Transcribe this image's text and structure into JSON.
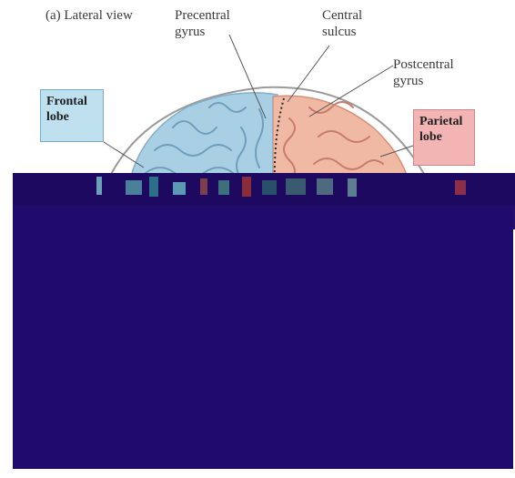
{
  "figure": {
    "panel_label": "(a) Lateral view",
    "labels": {
      "precentral_gyrus": "Precentral gyrus",
      "central_sulcus": "Central sulcus",
      "postcentral_gyrus": "Postcentral gyrus",
      "frontal_lobe": "Frontal lobe",
      "parietal_lobe": "Parietal lobe"
    },
    "colors": {
      "frontal_region": "#a9cfe4",
      "parietal_region": "#f0b9a4",
      "frontal_label_fill": "#bfe0ef",
      "parietal_label_fill": "#f3b5b3",
      "corrupted_panel": "#1f0a6e"
    }
  }
}
